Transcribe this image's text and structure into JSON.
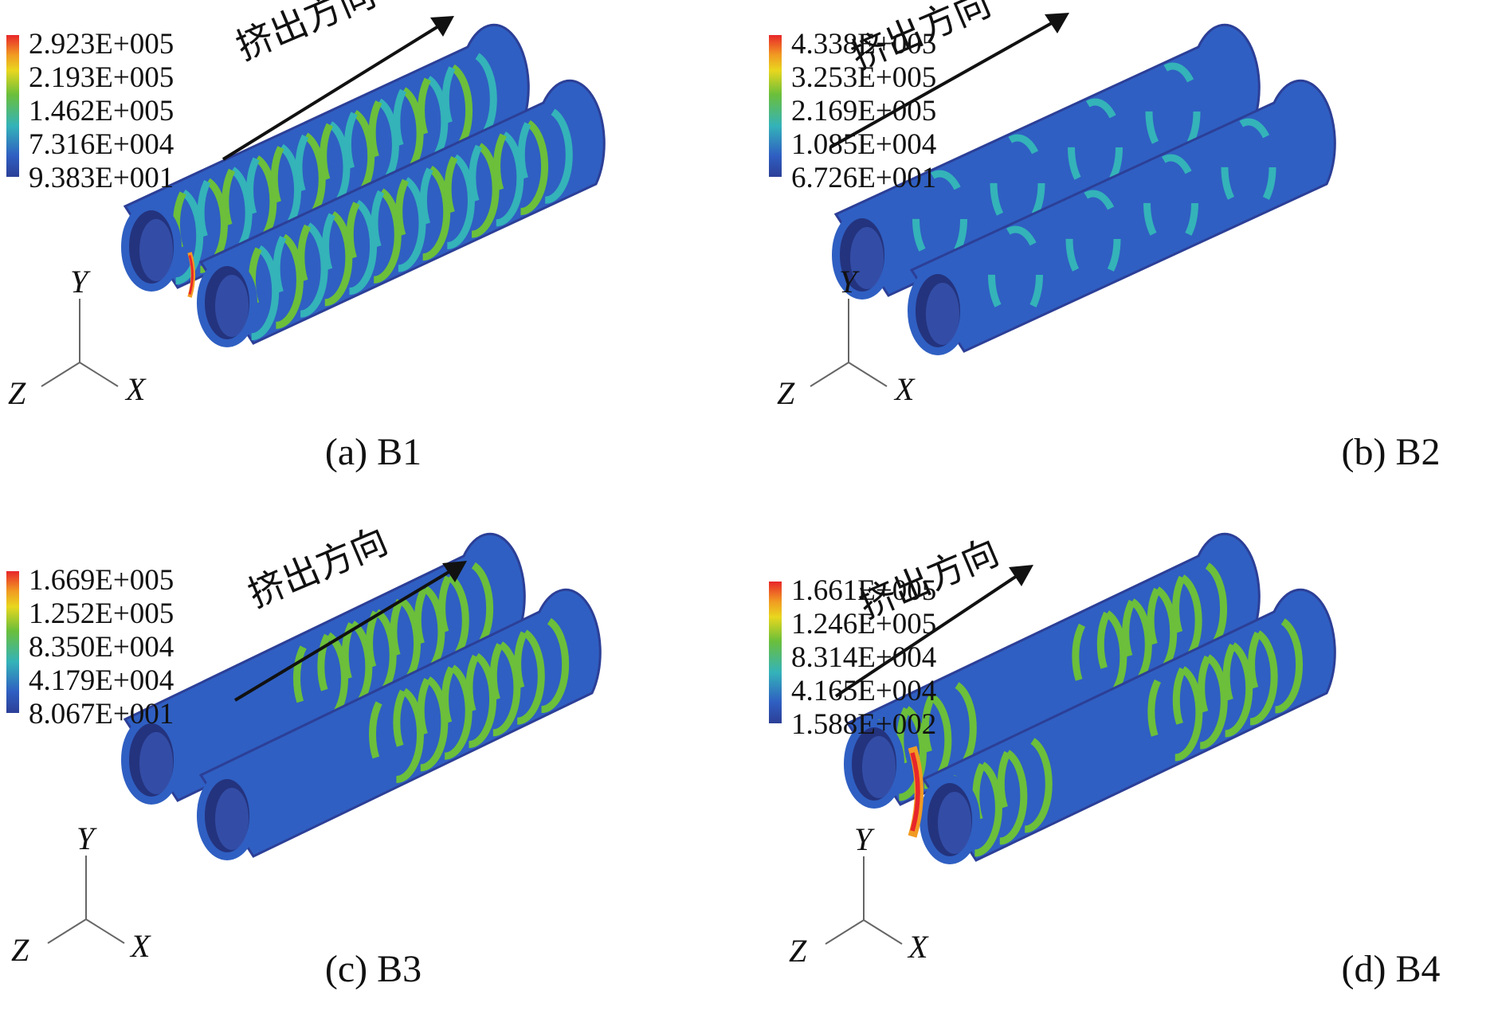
{
  "direction_label": "挤出方向",
  "axis_labels": {
    "y": "Y",
    "z": "Z",
    "x": "X"
  },
  "colors": {
    "tube_dark": "#2c3f97",
    "tube_mid": "#2f5fc2",
    "stripe_cyan": "#34b3b9",
    "stripe_green": "#6bbf3a",
    "hot_red": "#e8262a",
    "hot_orange": "#f19a22"
  },
  "panels": [
    {
      "caption": "(a) B1",
      "legend": [
        "2.923E+005",
        "2.193E+005",
        "1.462E+005",
        "7.316E+004",
        "9.383E+001"
      ]
    },
    {
      "caption": "(b) B2",
      "legend": [
        "4.338E+005",
        "3.253E+005",
        "2.169E+005",
        "1.085E+004",
        "6.726E+001"
      ]
    },
    {
      "caption": "(c) B3",
      "legend": [
        "1.669E+005",
        "1.252E+005",
        "8.350E+004",
        "4.179E+004",
        "8.067E+001"
      ]
    },
    {
      "caption": "(d) B4",
      "legend": [
        "1.661E+005",
        "1.246E+005",
        "8.314E+004",
        "4.165E+004",
        "1.588E+002"
      ]
    }
  ]
}
